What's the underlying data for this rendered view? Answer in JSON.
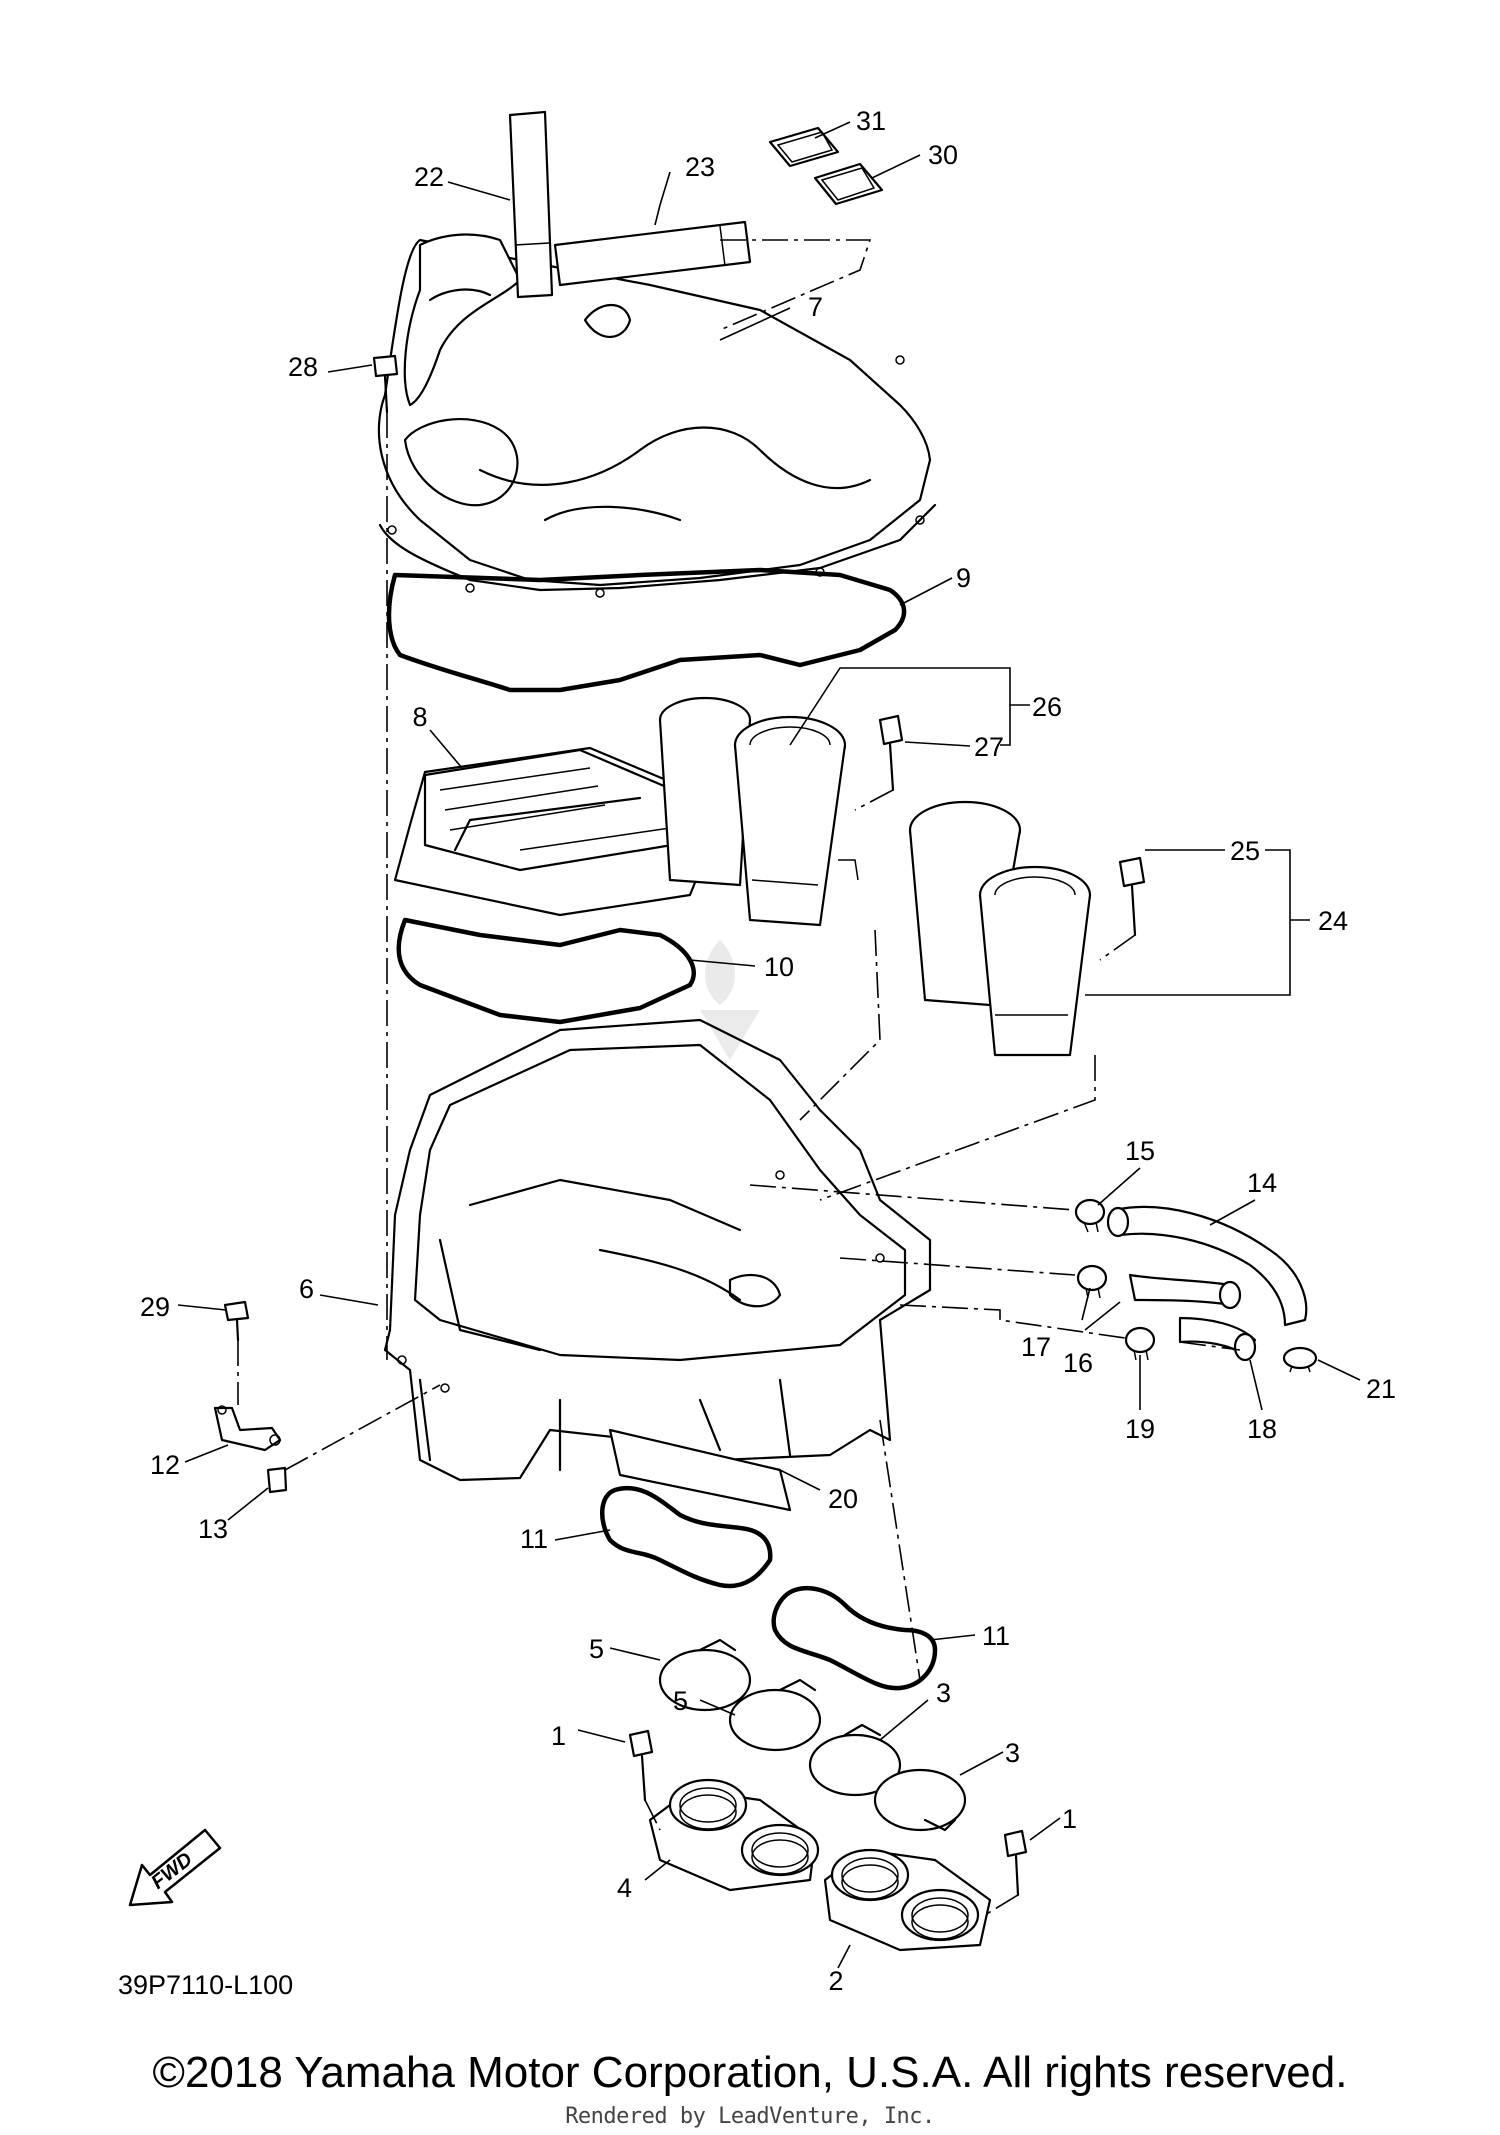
{
  "diagram": {
    "part_labels": [
      "1",
      "1",
      "2",
      "3",
      "3",
      "4",
      "5",
      "5",
      "6",
      "7",
      "8",
      "9",
      "10",
      "11",
      "11",
      "12",
      "13",
      "14",
      "15",
      "16",
      "17",
      "18",
      "19",
      "20",
      "21",
      "22",
      "23",
      "24",
      "25",
      "26",
      "27",
      "28",
      "29",
      "30",
      "31"
    ],
    "fwd_label": "FWD",
    "reference_code": "39P7110-L100",
    "copyright": "©2018 Yamaha Motor Corporation, U.S.A. All rights reserved.",
    "rendered_by": "Rendered by LeadVenture, Inc."
  }
}
